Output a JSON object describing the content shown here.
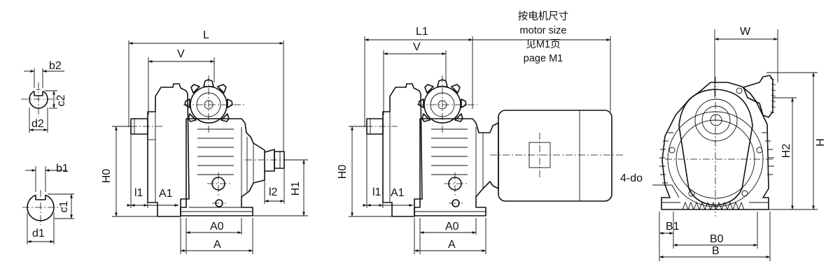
{
  "labels": {
    "b2": "b2",
    "c2": "c2",
    "d2": "d2",
    "b1": "b1",
    "c1": "c1",
    "d1": "d1",
    "L": "L",
    "V": "V",
    "H0": "H0",
    "l1": "l1",
    "A1": "A1",
    "A0": "A0",
    "A": "A",
    "l2": "l2",
    "H1": "H1",
    "L1": "L1",
    "W": "W",
    "H": "H",
    "H2": "H2",
    "d0": "4-do",
    "B1": "B1",
    "B0": "B0",
    "B": "B"
  },
  "note": {
    "line1": "按电机尺寸",
    "line2": "motor size",
    "line3": "见M1页",
    "line4": "page M1"
  }
}
